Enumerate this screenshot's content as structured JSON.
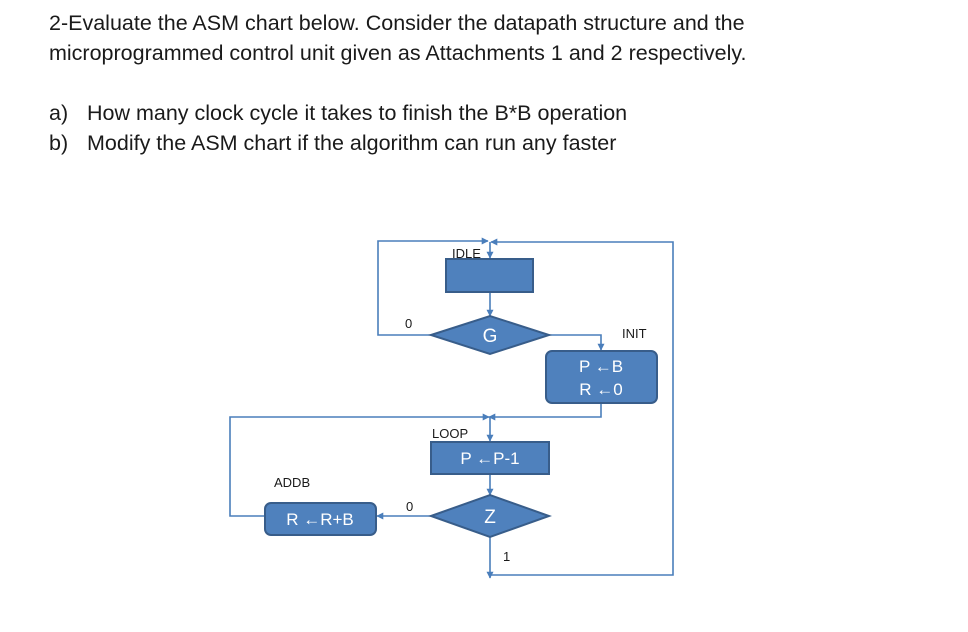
{
  "question": {
    "line1": "2-Evaluate the ASM chart below. Consider the datapath structure and the",
    "line2": "microprogrammed control unit given as Attachments 1 and 2 respectively.",
    "items": [
      {
        "marker": "a)",
        "text": "How many clock cycle it takes to finish the B*B operation"
      },
      {
        "marker": "b)",
        "text": "Modify the ASM chart if the algorithm can run any faster"
      }
    ]
  },
  "asm_chart": {
    "states": {
      "idle": {
        "label": "IDLE",
        "content": ""
      },
      "init": {
        "label": "INIT",
        "line1": "P ←B",
        "line2": "R ←0"
      },
      "loop": {
        "label": "LOOP",
        "content": "P ←P-1"
      },
      "addb": {
        "label": "ADDB",
        "content": "R ←R+B"
      }
    },
    "decisions": {
      "g": {
        "condition": "G",
        "false_label": "0"
      },
      "z": {
        "condition": "Z",
        "false_label": "0",
        "true_label": "1"
      }
    },
    "colors": {
      "fill": "#4f81bd",
      "stroke": "#385d8a",
      "wire": "#4a7ebb"
    }
  }
}
